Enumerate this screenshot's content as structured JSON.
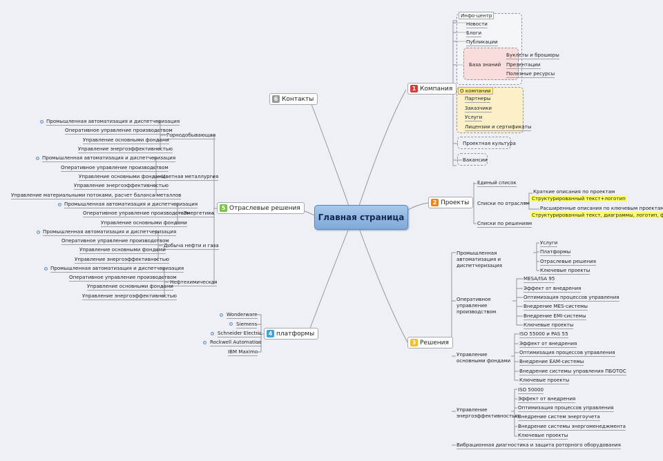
{
  "center_label": "Главная страница",
  "branches": {
    "company": {
      "num": "1",
      "label": "Компания",
      "color": "#d63a3a"
    },
    "projects": {
      "num": "2",
      "label": "Проекты",
      "color": "#e8871e"
    },
    "solutions": {
      "num": "3",
      "label": "Решения",
      "color": "#f2c01d"
    },
    "platforms": {
      "num": "4",
      "label": "платформы",
      "color": "#3fa3d8"
    },
    "industry": {
      "num": "5",
      "label": "Отраслевые решения",
      "color": "#78c24a"
    },
    "contacts": {
      "num": "6",
      "label": "Контакты",
      "color": "#9a9a9a"
    }
  },
  "company": {
    "info_center": "Инфо-центр",
    "news": "Новости",
    "blogs": "Блоги",
    "publications": "Публикации",
    "knowledge_base": "База знаний",
    "booklets": "Буклеты и брошюры",
    "presentations": "Презентации",
    "useful": "Полезные ресурсы",
    "about": "О компании",
    "partners": "Партнеры",
    "customers": "Заказчики",
    "services": "Услуги",
    "licenses": "Лицензии и сертификаты",
    "culture": "Проектная культура",
    "vacancies": "Вакансии"
  },
  "projects": {
    "single_list": "Единый список",
    "lists_by_industry": "Списки по  отраслям",
    "short_desc": "Краткие описания  по проектам",
    "short_desc_note": "Структурированный текст+логотип",
    "ext_desc": "Расширенные описания по ключевым проектам",
    "ext_desc_note": "Структурированный текст, диаграммы, логотип, фотографии",
    "lists_by_solutions": "Списки по решениям"
  },
  "solutions": {
    "s1": "Промышленная автоматизация и диспетчеризация",
    "s1_items": [
      "Услуги",
      "Платформы",
      "Отраслевые решения",
      "Ключевые проекты"
    ],
    "s2": "Оперативное управление производством",
    "s2_items": [
      "MESA/ISA 95",
      "Эффект от внедрения",
      "Оптимизация процессов управления",
      "Внедрение MES-системы",
      "Внедрение EMI-системы",
      "Ключевые проекты"
    ],
    "s3": "Управление основными фондами",
    "s3_items": [
      "ISO 55000 и PAS 55",
      "Эффект от внедрения",
      "Оптимизация процессов управления",
      "Внедрение EAM-системы",
      "Внедрение системы управления ПБОТОС",
      "Ключевые проекты"
    ],
    "s4": "Управление энергоэффективностью",
    "s4_items": [
      "ISO 50000",
      "Эффект от внедрения",
      "Оптимизация процессов управления",
      "Внедрение систем энергоучета",
      "Внедрение системы энергоменеджмента",
      "Ключевые проекты"
    ],
    "s5": "Вибрационная диагностика и защита роторного оборудования"
  },
  "platforms": [
    "Wonderware",
    "Siemens",
    "Schneider Electric",
    "Rockwell Automation",
    "IBM Maximo"
  ],
  "industry": {
    "mining": "Горнодобывающая",
    "mining_items": [
      "Промышленная автоматизация и диспетчеризация",
      "Оперативное управление производством",
      "Управление основными фондами",
      "Управление энергоэффективностью"
    ],
    "metal": "Цветная металлургия",
    "metal_items": [
      "Промышленная автоматизация и диспетчеризация",
      "Оперативное управление производством",
      "Управление основными фондами",
      "Управление энергоэффективностью",
      "Управление материальными потоками, расчет баланса металлов"
    ],
    "energy": "Энергетика",
    "energy_items": [
      "Промышленная автоматизация и диспетчеризация",
      "Оперативное управление производством",
      "Управление основными фондами"
    ],
    "oil": "Добыча нефти и газа",
    "oil_items": [
      "Промышленная автоматизация и диспетчеризация",
      "Оперативное управление производством",
      "Управление основными фондами",
      "Управление энергоэффективностью"
    ],
    "petro": "Нефтехимическая",
    "petro_items": [
      "Промышленная автоматизация и диспетчеризация",
      "Оперативное управление производством",
      "Управление основными фондами",
      "Управление энергоэффективностью"
    ]
  }
}
